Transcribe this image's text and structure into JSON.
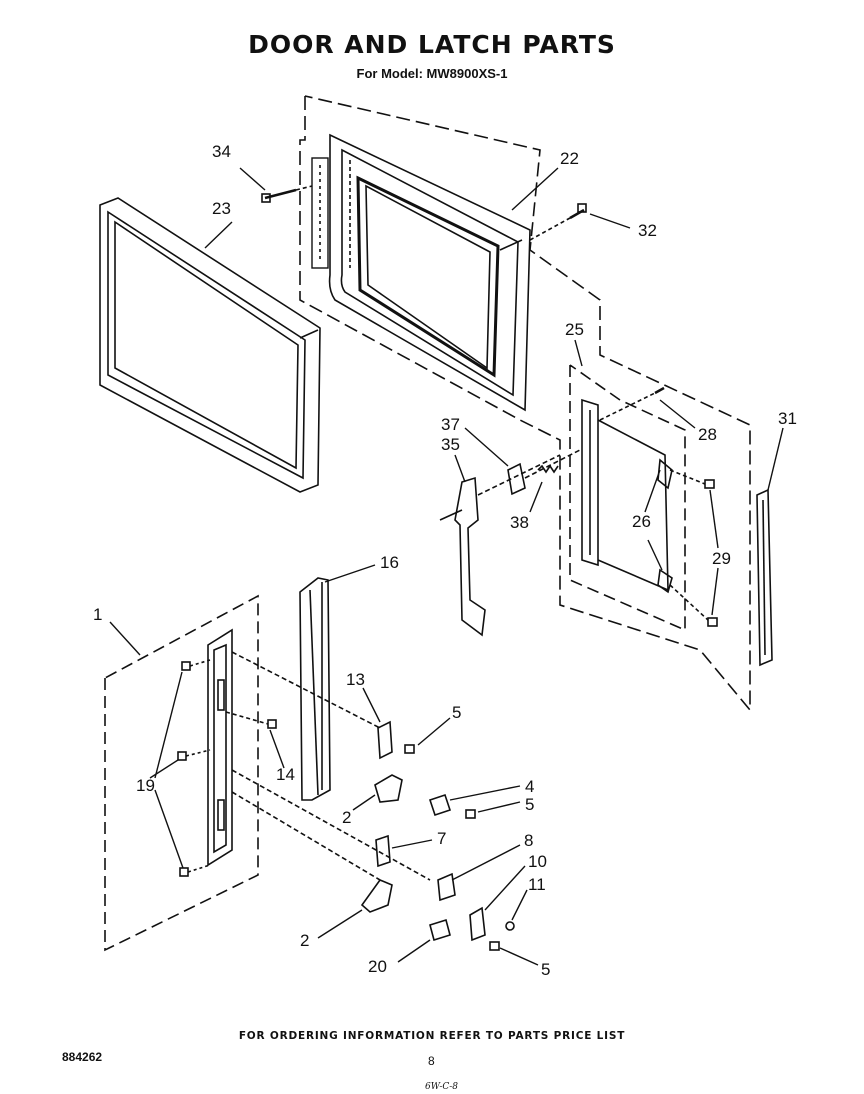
{
  "header": {
    "title": "DOOR AND LATCH PARTS",
    "subtitle": "For Model: MW8900XS-1"
  },
  "callouts": [
    "34",
    "23",
    "22",
    "32",
    "25",
    "28",
    "31",
    "37",
    "35",
    "38",
    "26",
    "29",
    "16",
    "1",
    "13",
    "5",
    "14",
    "19",
    "4",
    "5",
    "2",
    "7",
    "8",
    "10",
    "11",
    "2",
    "20",
    "5"
  ],
  "footer": {
    "ordering_note": "FOR ORDERING INFORMATION REFER TO PARTS PRICE LIST",
    "doc_number": "884262",
    "page_number": "8",
    "handwritten": "6W-C-8"
  }
}
